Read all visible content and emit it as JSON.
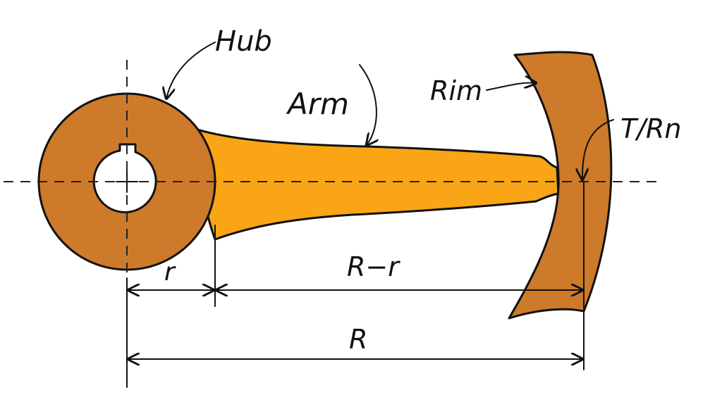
{
  "labels": {
    "hub": "Hub",
    "arm": "Arm",
    "rim": "Rim",
    "tension": "T/Rn",
    "r": "r",
    "r_minus_r": "R−r",
    "R": "R"
  },
  "colors": {
    "hub": "#cd7a2b",
    "arm": "#f9a516",
    "rim": "#cd7a2b",
    "bore": "#ffffff",
    "ink": "#111111"
  }
}
